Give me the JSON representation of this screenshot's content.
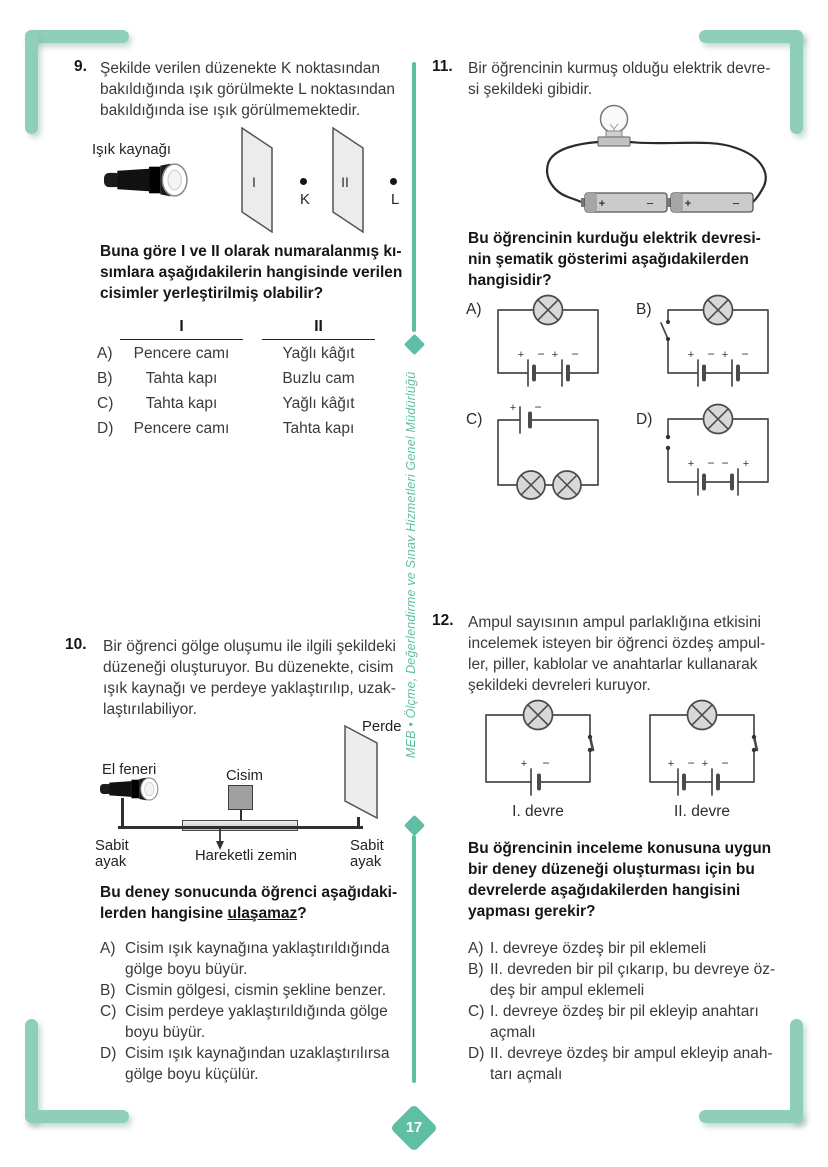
{
  "colors": {
    "accent": "#5ebfa4",
    "accent_light": "#8fceba"
  },
  "divider": {
    "vertical_text": "MEB  •  Ölçme, Değerlendirme ve Sınav Hizmetleri Genel Müdürlüğü"
  },
  "footer": {
    "page_number": "17"
  },
  "symbols": {
    "plus": "+",
    "minus": "−"
  },
  "q9": {
    "number": "9.",
    "stem_lines": [
      "Şekilde verilen düzenekte K noktasından",
      "bakıldığında ışık görülmekte L noktasından",
      "bakıldığında ise ışık görülmemektedir."
    ],
    "figure": {
      "source_label": "Işık kaynağı",
      "panel1": "I",
      "panel2": "II",
      "point1": "K",
      "point2": "L"
    },
    "question_lines": [
      "Buna göre I ve II olarak numaralanmış kı-",
      "sımlara aşağıdakilerin hangisinde verilen",
      "cisimler yerleştirilmiş olabilir?"
    ],
    "table": {
      "header1": "I",
      "header2": "II",
      "rows": [
        {
          "label": "A)",
          "c1": "Pencere camı",
          "c2": "Yağlı kâğıt"
        },
        {
          "label": "B)",
          "c1": "Tahta kapı",
          "c2": "Buzlu cam"
        },
        {
          "label": "C)",
          "c1": "Tahta kapı",
          "c2": "Yağlı kâğıt"
        },
        {
          "label": "D)",
          "c1": "Pencere camı",
          "c2": "Tahta kapı"
        }
      ]
    }
  },
  "q10": {
    "number": "10.",
    "stem_lines": [
      "Bir öğrenci gölge oluşumu ile ilgili şekildeki",
      "düzeneği oluşturuyor. Bu düzenekte, cisim",
      "ışık kaynağı ve perdeye yaklaştırılıp, uzak-",
      "laştırılabiliyor."
    ],
    "figure": {
      "flashlight_label": "El feneri",
      "object_label": "Cisim",
      "screen_label": "Perde",
      "left_stand_line1": "Sabit",
      "left_stand_line2": "ayak",
      "right_stand_line1": "Sabit",
      "right_stand_line2": "ayak",
      "ground_label": "Hareketli zemin"
    },
    "question_line1": "Bu deney sonucunda öğrenci aşağıdaki-",
    "question_line2_pre": "lerden hangisine ",
    "question_line2_underlined": "ulaşamaz",
    "question_line2_post": "?",
    "options": [
      {
        "label": "A)",
        "lines": [
          "Cisim ışık kaynağına yaklaştırıldığında",
          "gölge boyu büyür."
        ]
      },
      {
        "label": "B)",
        "lines": [
          "Cismin gölgesi, cismin şekline benzer."
        ]
      },
      {
        "label": "C)",
        "lines": [
          "Cisim perdeye yaklaştırıldığında gölge",
          "boyu büyür."
        ]
      },
      {
        "label": "D)",
        "lines": [
          "Cisim ışık kaynağından uzaklaştırılırsa",
          "gölge boyu küçülür."
        ]
      }
    ]
  },
  "q11": {
    "number": "11.",
    "stem_lines": [
      "Bir öğrencinin kurmuş olduğu elektrik devre-",
      "si şekildeki gibidir."
    ],
    "question_lines": [
      "Bu öğrencinin kurduğu elektrik devresi-",
      "nin şematik gösterimi aşağıdakilerden",
      "hangisidir?"
    ],
    "option_labels": [
      "A)",
      "B)",
      "C)",
      "D)"
    ]
  },
  "q12": {
    "number": "12.",
    "stem_lines": [
      "Ampul sayısının ampul parlaklığına etkisini",
      "incelemek isteyen bir öğrenci özdeş ampul-",
      "ler, piller, kablolar ve anahtarlar kullanarak",
      "şekildeki devreleri kuruyor."
    ],
    "figure": {
      "circuit1_label": "I. devre",
      "circuit2_label": "II. devre"
    },
    "question_lines": [
      "Bu öğrencinin inceleme konusuna uygun",
      "bir deney düzeneği oluşturması için bu",
      "devrelerde aşağıdakilerden hangisini",
      "yapması gerekir?"
    ],
    "options": [
      {
        "label": "A)",
        "lines": [
          "I. devreye özdeş bir pil eklemeli"
        ]
      },
      {
        "label": "B)",
        "lines": [
          "II. devreden bir pil çıkarıp, bu devreye öz-",
          "deş bir ampul eklemeli"
        ]
      },
      {
        "label": "C)",
        "lines": [
          "I. devreye özdeş bir pil ekleyip anahtarı",
          "açmalı"
        ]
      },
      {
        "label": "D)",
        "lines": [
          "II. devreye özdeş bir ampul ekleyip anah-",
          "tarı açmalı"
        ]
      }
    ]
  }
}
